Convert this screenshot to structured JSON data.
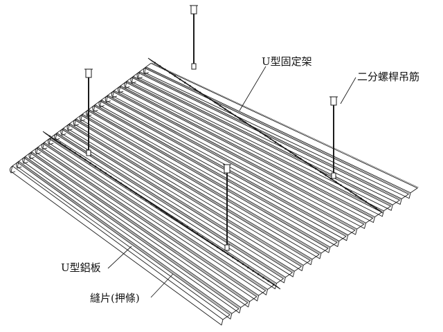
{
  "labels": {
    "u_rail": "U型固定架",
    "threaded_rod": "二分螺桿吊筋",
    "u_panel": "U型鋁板",
    "cover_strip": "縫片(押條)"
  },
  "colors": {
    "line": "#1a1a1a",
    "background": "#ffffff"
  }
}
